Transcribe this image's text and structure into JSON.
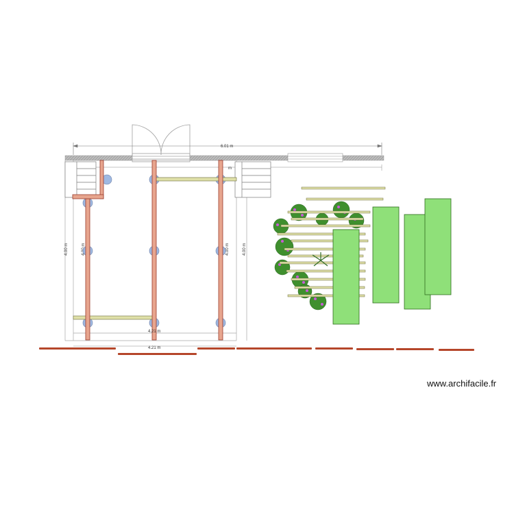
{
  "watermark": "www.archifacile.fr",
  "dimensions": {
    "overall_width": "6.01 m",
    "inner_width": "4.21 m",
    "inner_width_bottom": "4.21 m",
    "left_height": "4.00 m",
    "inner_left_height": "4.00 m",
    "inner_right_height": "4.00 m",
    "right_height": "4.00 m",
    "short_top": "m"
  },
  "colors": {
    "post": "#e7a58e",
    "post_stroke": "#9b3a2c",
    "beam": "#d8dca4",
    "footing": "#9fb9e2",
    "wall": "#b3b3b3",
    "panel": "#8fe079",
    "panel_stroke": "#2e6b1e",
    "foliage": "#3f8f2e",
    "flowers": "#c85ad6",
    "ground": "#b5462a"
  }
}
